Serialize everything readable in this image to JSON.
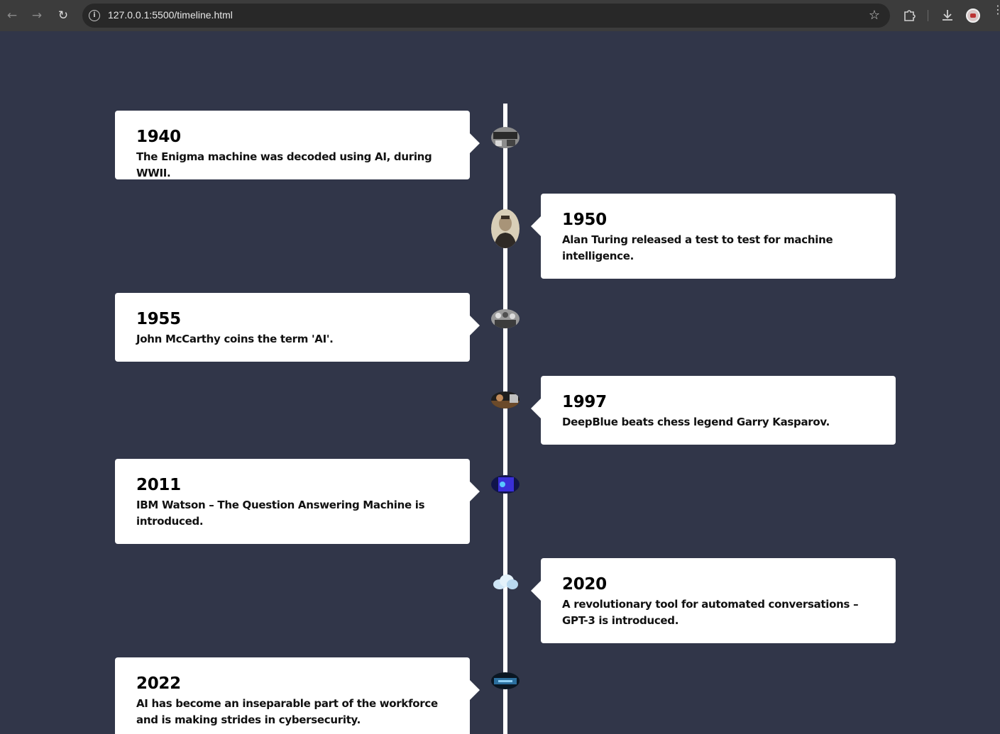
{
  "browser": {
    "url": "127.0.0.1:5500/timeline.html",
    "back_icon": "arrow-left-icon",
    "forward_icon": "arrow-right-icon",
    "reload_icon": "reload-icon",
    "info_icon": "info-icon",
    "bookmark_icon": "star-icon",
    "extensions_icon": "puzzle-icon",
    "download_icon": "download-icon",
    "profile_icon": "avatar-icon",
    "menu_icon": "vertical-dots-icon"
  },
  "colors": {
    "background": "#313649",
    "card": "#ffffff",
    "line": "#ffffff"
  },
  "timeline": [
    {
      "year": "1940",
      "text": "The Enigma machine was decoded using AI, during WWII.",
      "side": "left",
      "image": "enigma-photo"
    },
    {
      "year": "1950",
      "text": "Alan Turing released a test to test for machine intelligence.",
      "side": "right",
      "image": "alan-turing-portrait"
    },
    {
      "year": "1955",
      "text": "John McCarthy coins the term 'AI'.",
      "side": "left",
      "image": "mccarthy-group-photo"
    },
    {
      "year": "1997",
      "text": "DeepBlue beats chess legend Garry Kasparov.",
      "side": "right",
      "image": "deepblue-chess-photo"
    },
    {
      "year": "2011",
      "text": "IBM Watson – The Question Answering Machine is introduced.",
      "side": "left",
      "image": "ibm-watson-photo"
    },
    {
      "year": "2020",
      "text": "A revolutionary tool for automated conversations – GPT-3 is introduced.",
      "side": "right",
      "image": "gpt3-cloud-image"
    },
    {
      "year": "2022",
      "text": "AI has become an inseparable part of the workforce and is making strides in cybersecurity.",
      "side": "left",
      "image": "cybersecurity-image"
    }
  ]
}
